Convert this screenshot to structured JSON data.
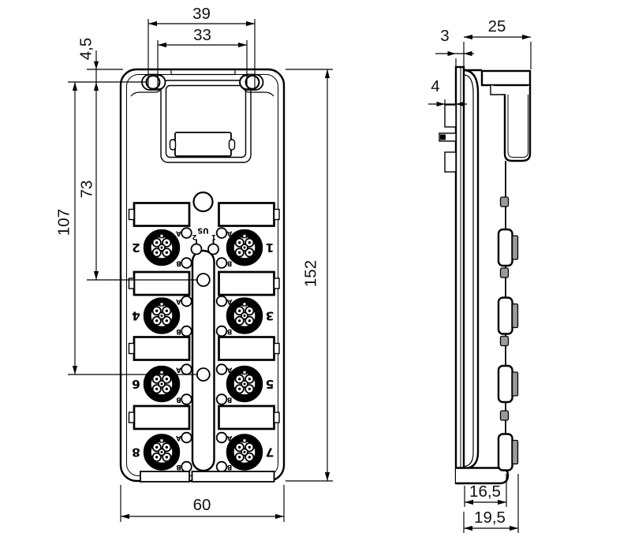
{
  "front_view": {
    "port_rows": [
      {
        "left": "2",
        "right": "1"
      },
      {
        "left": "4",
        "right": "3"
      },
      {
        "left": "6",
        "right": "5"
      },
      {
        "left": "8",
        "right": "7"
      }
    ],
    "led_top_label": "A",
    "led_bottom_label": "B",
    "status_label": "US",
    "status_left_digit": "2",
    "status_right_digit": "1"
  },
  "dimensions": {
    "mount_spacing_outer": "39",
    "mount_spacing_inner": "33",
    "top_to_hole": "4,5",
    "hole_to_center1": "73",
    "hole_to_center2": "107",
    "height": "152",
    "width": "60",
    "depth": "25",
    "plate_thickness": "3",
    "latch_depth": "4",
    "depth_to_face": "16,5",
    "depth_to_connector": "19,5"
  },
  "colors": {
    "line": "#000000",
    "connector_tip": "#9a9a9a",
    "background": "#ffffff"
  }
}
